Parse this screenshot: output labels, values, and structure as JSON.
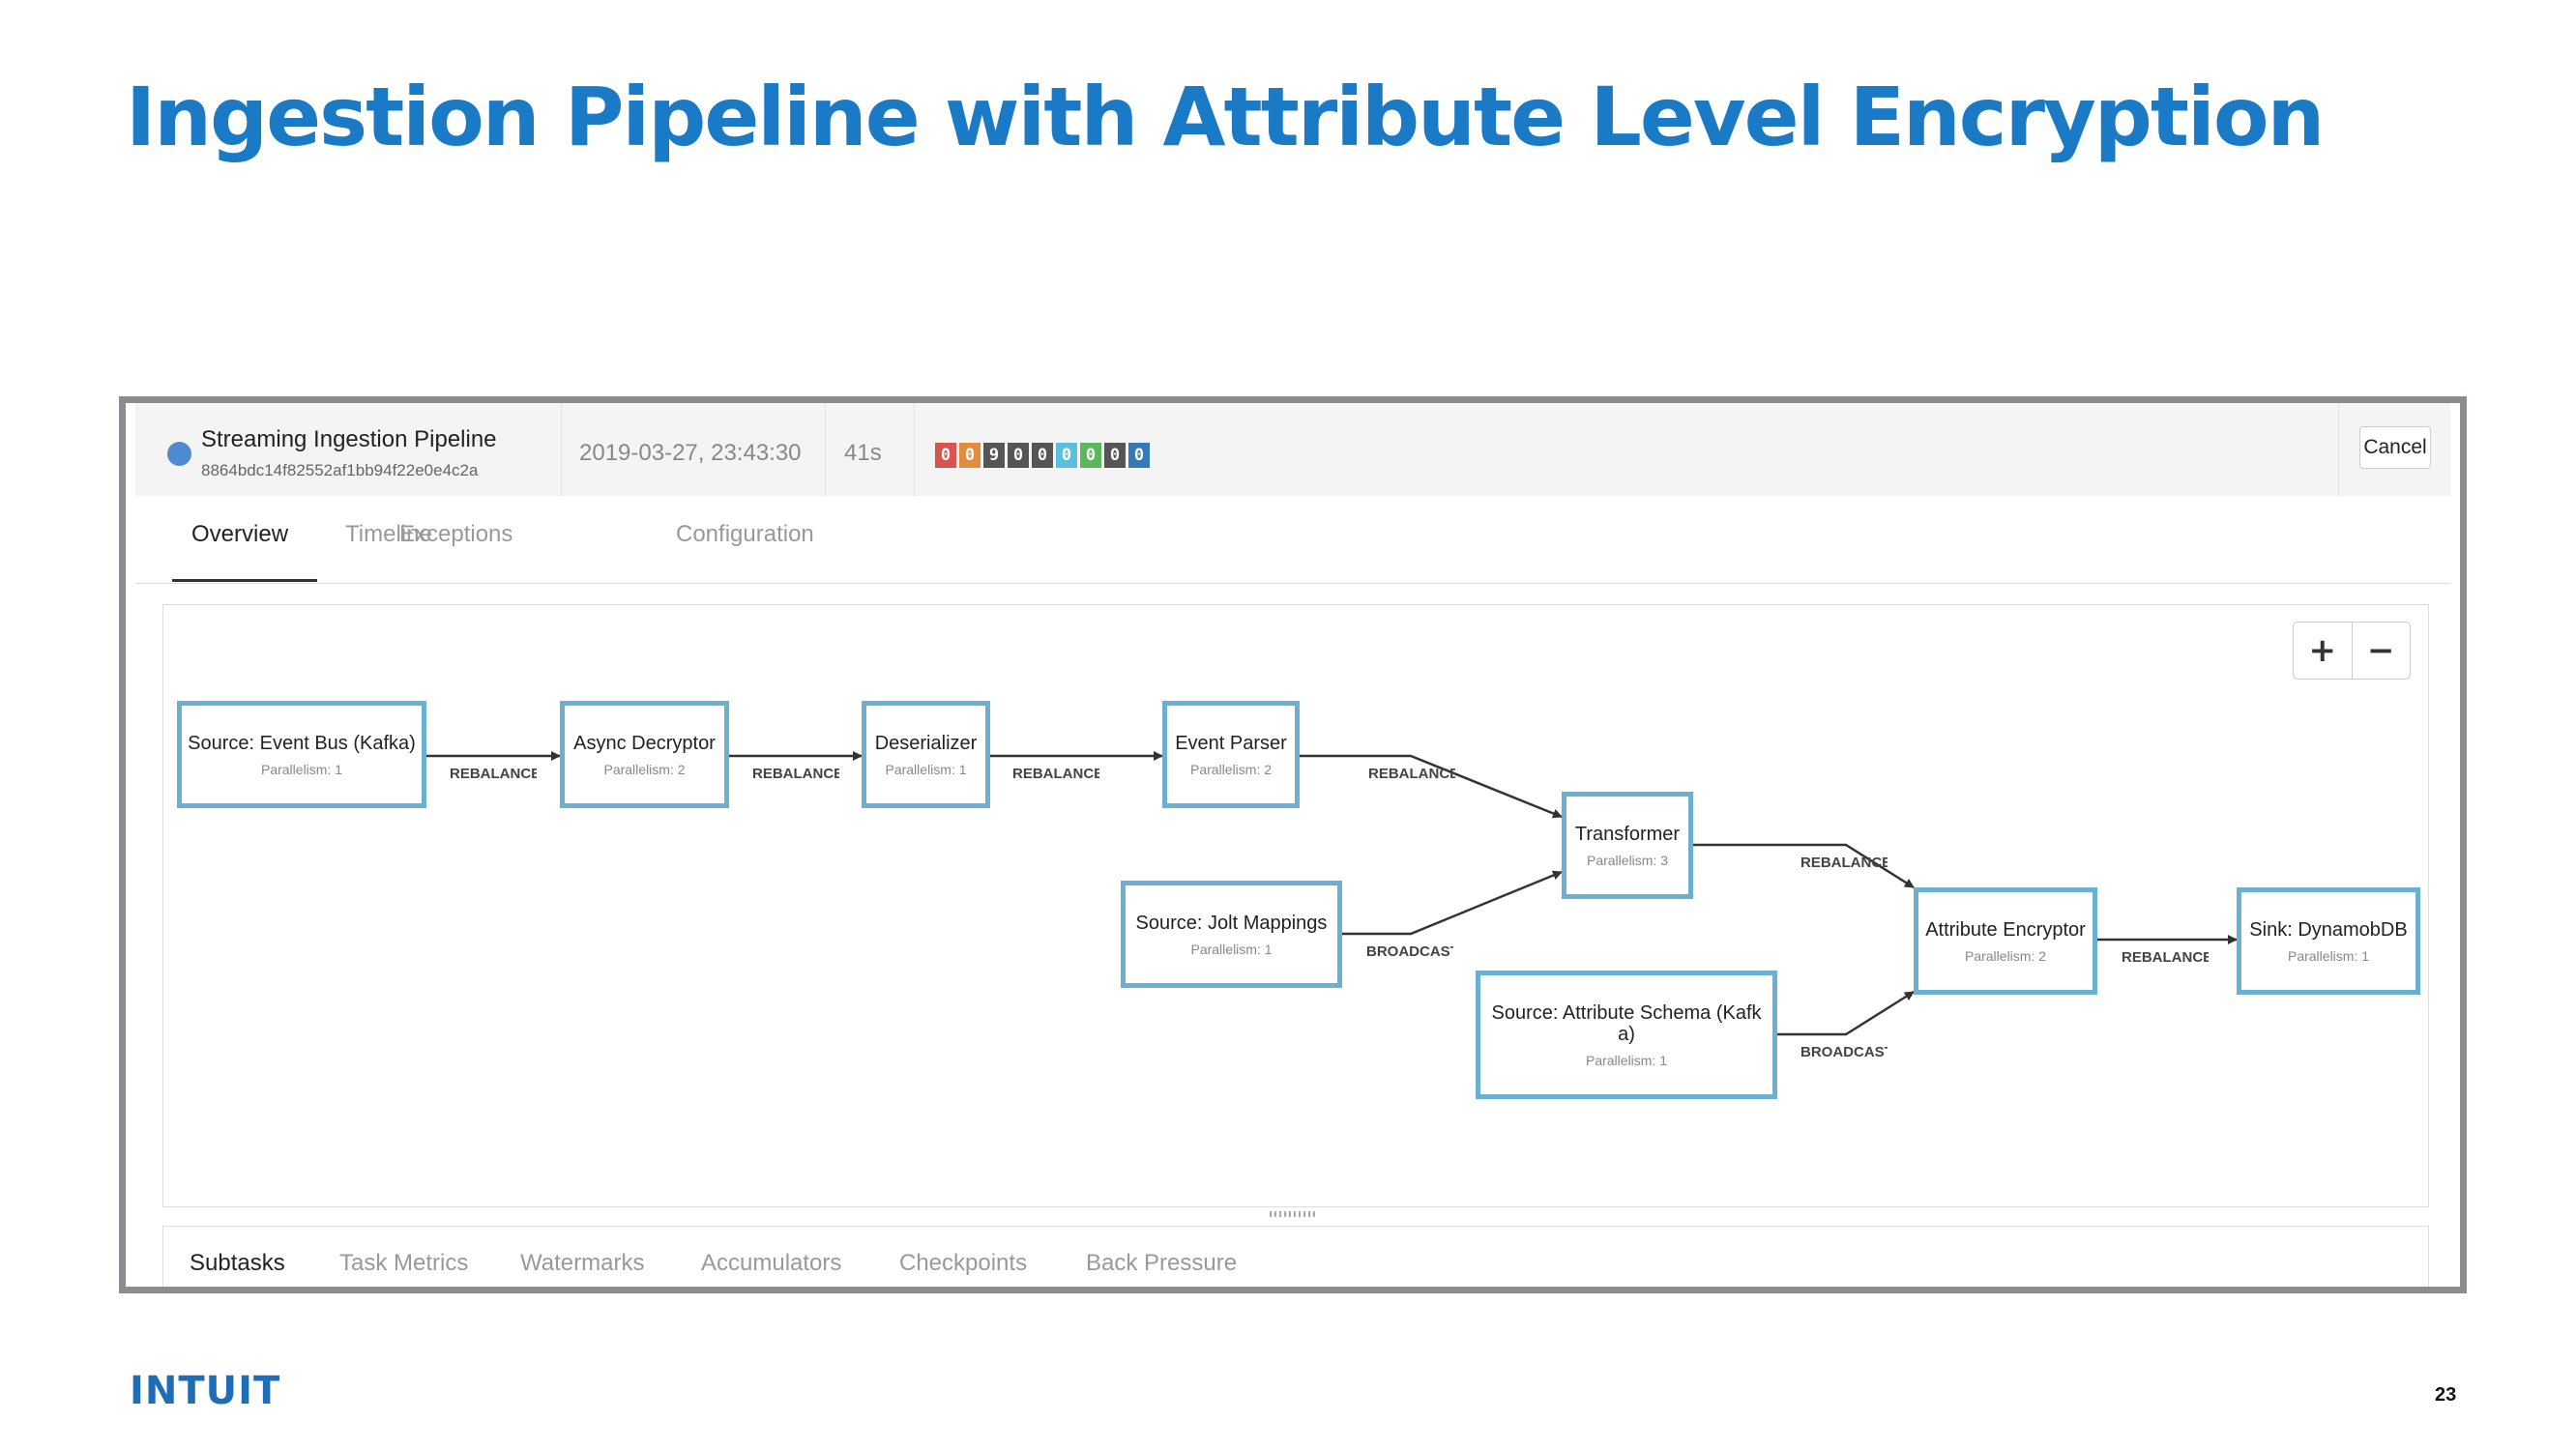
{
  "slide": {
    "title": "Ingestion Pipeline with Attribute Level Encryption",
    "brand": "INTUIT",
    "page": "23"
  },
  "job": {
    "name": "Streaming Ingestion Pipeline",
    "id": "8864bdc14f82552af1bb94f22e0e4c2a",
    "start_time": "2019-03-27, 23:43:30",
    "duration": "41s",
    "task_counts": [
      {
        "value": "0",
        "color": "#d9534f"
      },
      {
        "value": "0",
        "color": "#e08e3c"
      },
      {
        "value": "9",
        "color": "#555555"
      },
      {
        "value": "0",
        "color": "#555555"
      },
      {
        "value": "0",
        "color": "#555555"
      },
      {
        "value": "0",
        "color": "#5bc0de"
      },
      {
        "value": "0",
        "color": "#5cb85c"
      },
      {
        "value": "0",
        "color": "#555555"
      },
      {
        "value": "0",
        "color": "#337ab7"
      }
    ],
    "cancel_label": "Cancel"
  },
  "tabs": [
    "Overview",
    "Timeline",
    "Exceptions",
    "Configuration"
  ],
  "zoom": {
    "in_label": "+",
    "out_label": "−"
  },
  "graph": {
    "nodes": [
      {
        "title": "Source: Event Bus (Kafka)",
        "parallelism": "Parallelism: 1"
      },
      {
        "title": "Async Decryptor",
        "parallelism": "Parallelism: 2"
      },
      {
        "title": "Deserializer",
        "parallelism": "Parallelism: 1"
      },
      {
        "title": "Event Parser",
        "parallelism": "Parallelism: 2"
      },
      {
        "title": "Transformer",
        "parallelism": "Parallelism: 3"
      },
      {
        "title": "Source: Jolt Mappings",
        "parallelism": "Parallelism: 1"
      },
      {
        "title": "Source: Attribute Schema (Kafk a)",
        "parallelism": "Parallelism: 1"
      },
      {
        "title": "Attribute Encryptor",
        "parallelism": "Parallelism: 2"
      },
      {
        "title": "Sink: DynamobDB",
        "parallelism": "Parallelism: 1"
      }
    ],
    "edges": [
      {
        "label": "REBALANCE"
      },
      {
        "label": "REBALANCE"
      },
      {
        "label": "REBALANCE"
      },
      {
        "label": "REBALANCE"
      },
      {
        "label": "BROADCAST"
      },
      {
        "label": "REBALANCE"
      },
      {
        "label": "BROADCAST"
      },
      {
        "label": "REBALANCE"
      }
    ]
  },
  "subtabs": [
    "Subtasks",
    "Task Metrics",
    "Watermarks",
    "Accumulators",
    "Checkpoints",
    "Back Pressure"
  ]
}
